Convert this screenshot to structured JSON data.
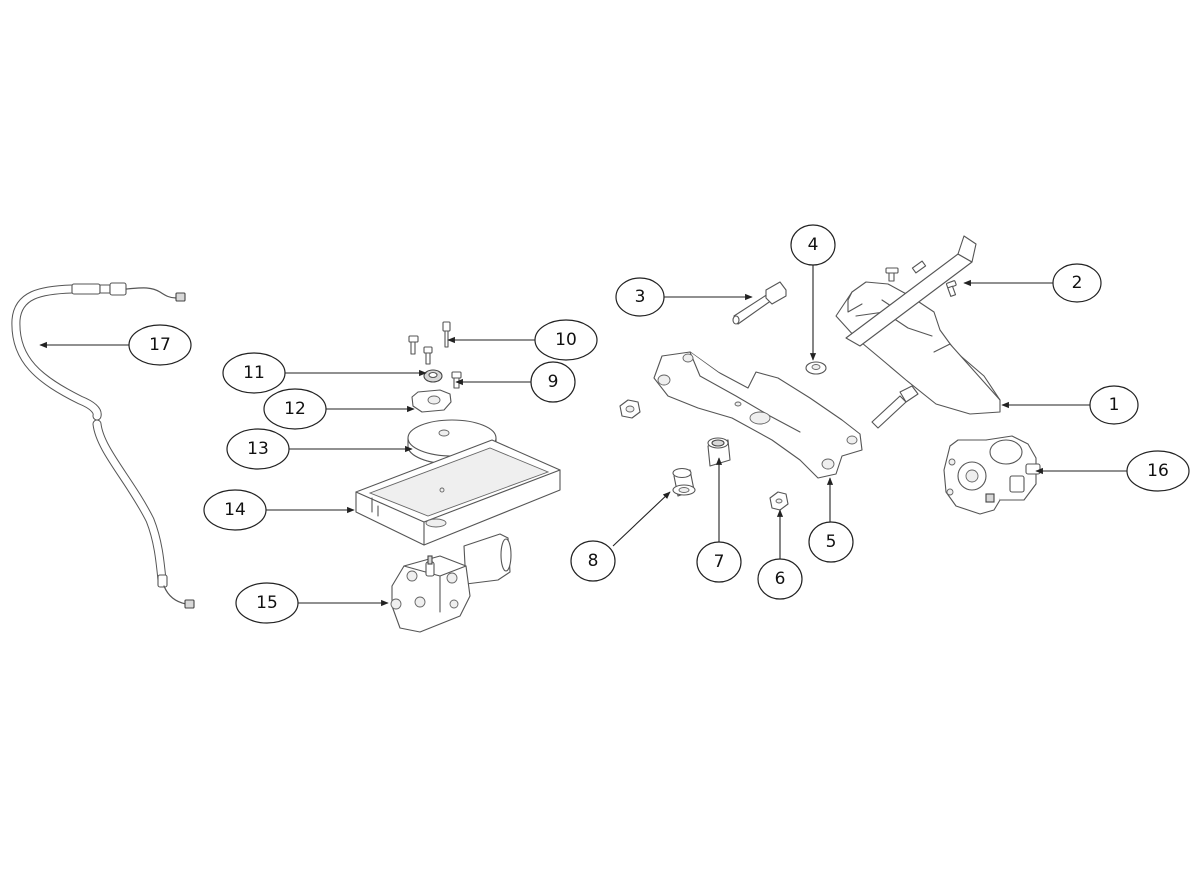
{
  "callouts": [
    {
      "id": "1",
      "label": "1"
    },
    {
      "id": "2",
      "label": "2"
    },
    {
      "id": "3",
      "label": "3"
    },
    {
      "id": "4",
      "label": "4"
    },
    {
      "id": "5",
      "label": "5"
    },
    {
      "id": "6",
      "label": "6"
    },
    {
      "id": "7",
      "label": "7"
    },
    {
      "id": "8",
      "label": "8"
    },
    {
      "id": "9",
      "label": "9"
    },
    {
      "id": "10",
      "label": "10"
    },
    {
      "id": "11",
      "label": "11"
    },
    {
      "id": "12",
      "label": "12"
    },
    {
      "id": "13",
      "label": "13"
    },
    {
      "id": "14",
      "label": "14"
    },
    {
      "id": "15",
      "label": "15"
    },
    {
      "id": "16",
      "label": "16"
    },
    {
      "id": "17",
      "label": "17"
    }
  ],
  "colors": {
    "line": "#555555",
    "leader": "#222222",
    "background": "#ffffff"
  }
}
